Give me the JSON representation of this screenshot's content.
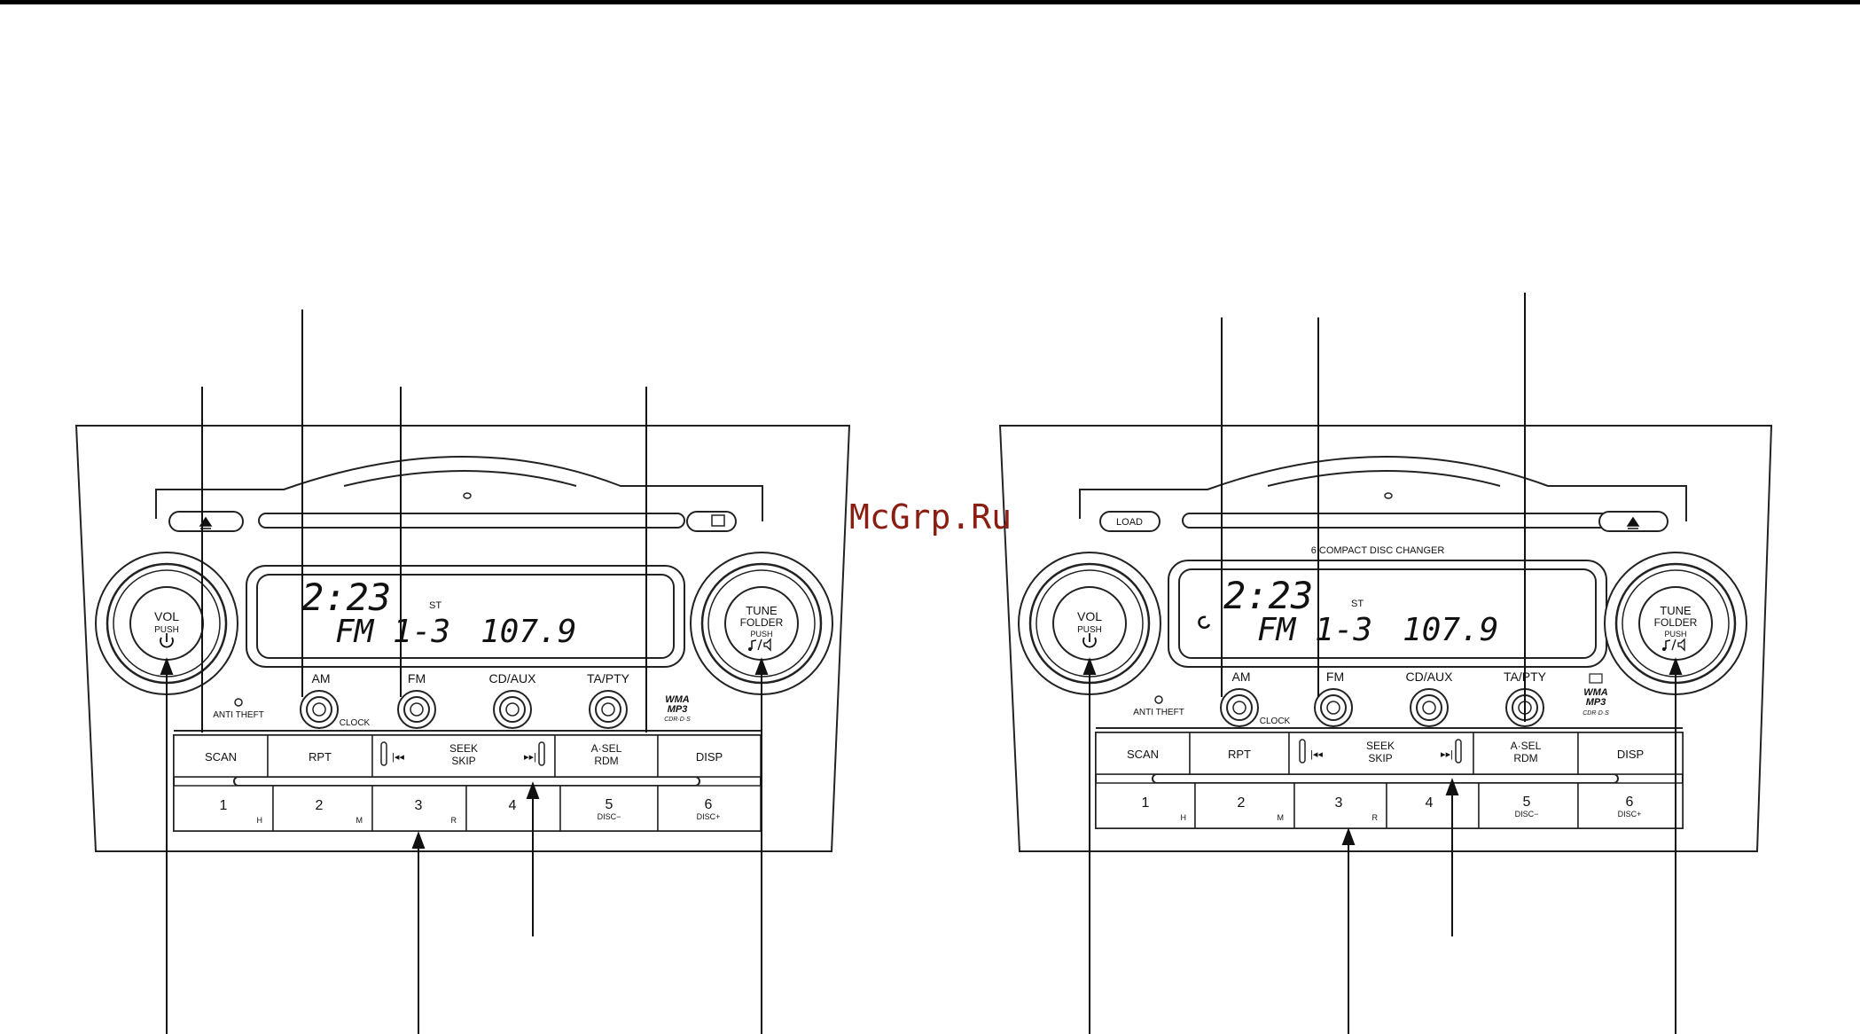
{
  "watermark": "McGrp.Ru",
  "display": {
    "clock": "2:23",
    "band": "FM 1-3",
    "frequency": "107.9",
    "stereo": "ST"
  },
  "radios": [
    {
      "side": "left",
      "slot_left_button": "",
      "slot_right_button": "",
      "has_changer_label": false,
      "changer_label": "",
      "vol_knob": {
        "label": "VOL",
        "push": "PUSH",
        "power_icon": "power-icon"
      },
      "tune_knob": {
        "label": "TUNE",
        "sub": "FOLDER",
        "push": "PUSH",
        "sound_icon": "note-speaker-icon"
      },
      "top_buttons": [
        {
          "name": "am",
          "label": "AM",
          "sub": "CLOCK"
        },
        {
          "name": "fm",
          "label": "FM",
          "sub": ""
        },
        {
          "name": "cd-aux",
          "label": "CD/AUX",
          "sub": ""
        },
        {
          "name": "ta-pty",
          "label": "TA/PTY",
          "sub": ""
        }
      ],
      "anti_theft": "ANTI  THEFT",
      "wma_logo": [
        "WMA",
        "MP3",
        "CDR·D·S"
      ],
      "row_buttons": [
        "SCAN",
        "RPT",
        "SEEK",
        "SKIP",
        "A·SEL",
        "RDM",
        "DISP"
      ],
      "presets": [
        {
          "num": "1",
          "sub": "H"
        },
        {
          "num": "2",
          "sub": "M"
        },
        {
          "num": "3",
          "sub": "R"
        },
        {
          "num": "4",
          "sub": ""
        },
        {
          "num": "5",
          "sub": "DISC−"
        },
        {
          "num": "6",
          "sub": "DISC+"
        }
      ]
    },
    {
      "side": "right",
      "slot_left_button": "LOAD",
      "slot_right_button": "",
      "has_changer_label": true,
      "changer_label": "6 COMPACT  DISC  CHANGER",
      "vol_knob": {
        "label": "VOL",
        "push": "PUSH",
        "power_icon": "power-icon"
      },
      "tune_knob": {
        "label": "TUNE",
        "sub": "FOLDER",
        "push": "PUSH",
        "sound_icon": "note-speaker-icon"
      },
      "top_buttons": [
        {
          "name": "am",
          "label": "AM",
          "sub": "CLOCK"
        },
        {
          "name": "fm",
          "label": "FM",
          "sub": ""
        },
        {
          "name": "cd-aux",
          "label": "CD/AUX",
          "sub": ""
        },
        {
          "name": "ta-pty",
          "label": "TA/PTY",
          "sub": ""
        }
      ],
      "anti_theft": "ANTI  THEFT",
      "wma_logo": [
        "WMA",
        "MP3",
        "CDR·D·S"
      ],
      "row_buttons": [
        "SCAN",
        "RPT",
        "SEEK",
        "SKIP",
        "A·SEL",
        "RDM",
        "DISP"
      ],
      "presets": [
        {
          "num": "1",
          "sub": "H"
        },
        {
          "num": "2",
          "sub": "M"
        },
        {
          "num": "3",
          "sub": "R"
        },
        {
          "num": "4",
          "sub": ""
        },
        {
          "num": "5",
          "sub": "DISC−"
        },
        {
          "num": "6",
          "sub": "DISC+"
        }
      ]
    }
  ]
}
